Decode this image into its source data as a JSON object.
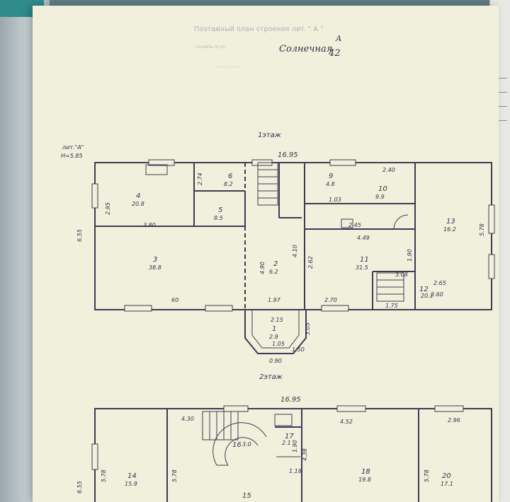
{
  "stamp": {
    "title": "Поэтажный план строения лит. \" А \"",
    "address_prefix": "г.Алматы по ул.",
    "address_line": "________ ____"
  },
  "handwritten": {
    "litera": "А",
    "street": "Солнечная",
    "house_no": "42"
  },
  "floor1": {
    "label": "1этаж",
    "lit_note": "лит.\"А\"",
    "height_note": "Н=5.85",
    "overall_width": "16.95",
    "overall_depth": "6.55",
    "rooms": [
      {
        "no": "4",
        "area": "20.8"
      },
      {
        "no": "3",
        "area": "38.8"
      },
      {
        "no": "5",
        "area": "8.5"
      },
      {
        "no": "6",
        "area": "8.2"
      },
      {
        "no": "2",
        "area": "6.2"
      },
      {
        "no": "9",
        "area": "4.8"
      },
      {
        "no": "10",
        "area": "9.9"
      },
      {
        "no": "11",
        "area": "31.5"
      },
      {
        "no": "12",
        "area": "20.1"
      },
      {
        "no": "13",
        "area": "16.2"
      },
      {
        "no": "1",
        "area": "2.9"
      }
    ],
    "dimensions": [
      "2.95",
      "3.80",
      "60",
      "1.97",
      "2.70",
      "2.40",
      "2.45",
      "5.78",
      "4.49",
      "4.10",
      "4.90",
      "2.65",
      "3.08",
      "1.75",
      "3.60",
      "2.15",
      "1.05",
      "1.50",
      "0.90",
      "3.05",
      "1.03",
      "1.90",
      "2.62",
      "2.74"
    ]
  },
  "floor2": {
    "label": "2этаж",
    "overall_width": "16.95",
    "overall_depth": "6.55",
    "rooms": [
      {
        "no": "14",
        "area": "15.9"
      },
      {
        "no": "15",
        "area": ""
      },
      {
        "no": "16",
        "area": "3.0"
      },
      {
        "no": "17",
        "area": "2.1"
      },
      {
        "no": "18",
        "area": "19.8"
      },
      {
        "no": "20",
        "area": "17.1"
      }
    ],
    "dimensions": [
      "4.30",
      "4.52",
      "2.96",
      "5.78",
      "5.78",
      "5.78",
      "4.38",
      "1.90",
      "1.18"
    ]
  }
}
